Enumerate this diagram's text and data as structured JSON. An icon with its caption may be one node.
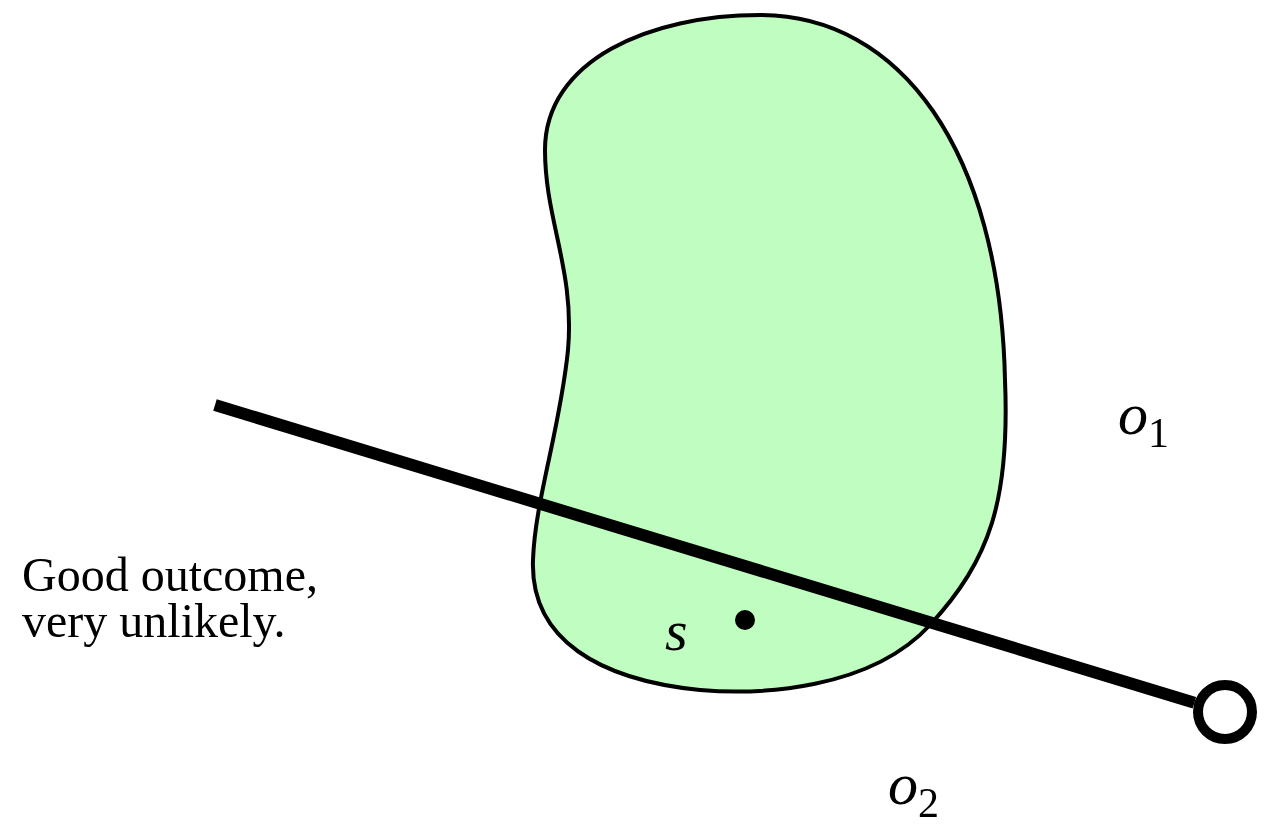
{
  "diagram": {
    "nodes": [
      {
        "text": [
          "s"
        ]
      },
      {
        "text": [],
        "shape": "circle"
      }
    ],
    "edges": [
      {
        "from": null,
        "to": 1,
        "arrow": "none"
      }
    ],
    "labels": [
      "*o*$_{1}$",
      "Good outcome, very unlikely.",
      "*o*$_{2}$"
    ]
  }
}
